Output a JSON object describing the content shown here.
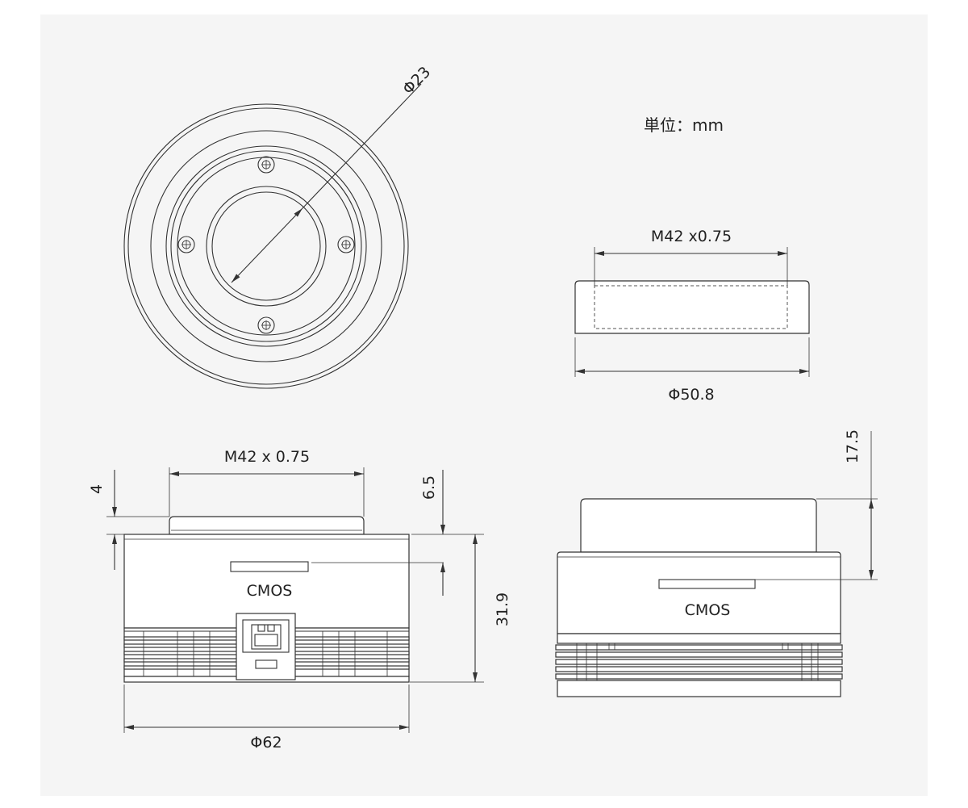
{
  "unit_label": "単位：mm",
  "front_view": {
    "diameter_label": "Φ23"
  },
  "thread_view": {
    "thread_label": "M42 x0.75",
    "diameter_label": "Φ50.8"
  },
  "side_view": {
    "thread_label": "M42 x 0.75",
    "sensor_label": "CMOS",
    "flange_label": "4",
    "sensor_depth_label": "6.5",
    "height_label": "31.9",
    "diameter_label": "Φ62"
  },
  "back_view": {
    "sensor_label": "CMOS",
    "backfocus_label": "17.5"
  }
}
